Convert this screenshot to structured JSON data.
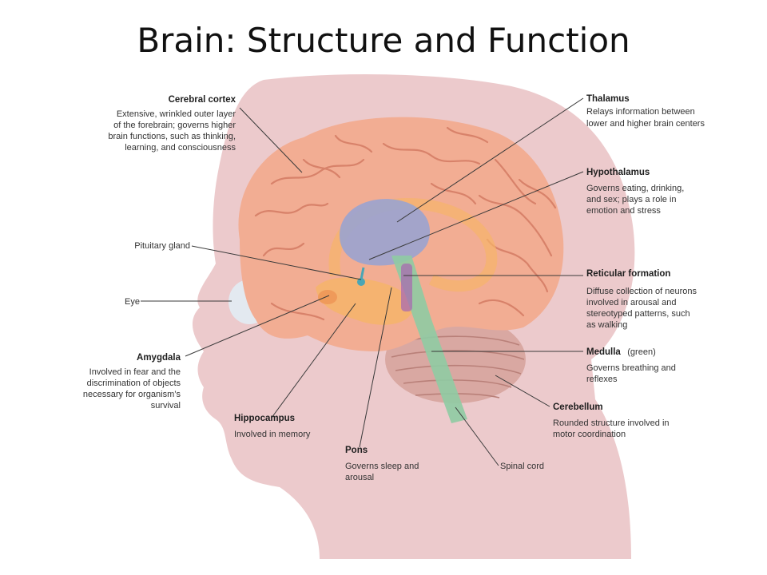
{
  "title": "Brain: Structure and Function",
  "colors": {
    "head_silhouette": "#e9c1c3",
    "cortex": "#f2ad93",
    "cortex_fold": "#d8826a",
    "thalamus": "#9aa3d0",
    "limbic": "#f6b46a",
    "brainstem": "#8fcba3",
    "cerebellum": "#d9a8a2",
    "eye": "#e3e9f0"
  },
  "labels": {
    "cerebral_cortex": {
      "title": "Cerebral cortex",
      "lines": [
        "Extensive, wrinkled outer layer",
        "of the forebrain; governs higher",
        "brain functions, such as thinking,",
        "learning, and consciousness"
      ]
    },
    "pituitary": {
      "title": "Pituitary gland"
    },
    "eye": {
      "title": "Eye"
    },
    "amygdala": {
      "title": "Amygdala",
      "lines": [
        "Involved in fear and the",
        "discrimination of objects",
        "necessary for organism’s",
        "survival"
      ]
    },
    "hippocampus": {
      "title": "Hippocampus",
      "lines": [
        "Involved in memory"
      ]
    },
    "pons": {
      "title": "Pons",
      "lines": [
        "Governs sleep and",
        "arousal"
      ]
    },
    "spinal_cord": {
      "title": "Spinal cord"
    },
    "thalamus": {
      "title": "Thalamus",
      "lines": [
        "Relays information between",
        "lower and higher brain centers"
      ]
    },
    "hypothalamus": {
      "title": "Hypothalamus",
      "lines": [
        "Governs eating, drinking,",
        "and sex; plays a role in",
        "emotion and stress"
      ]
    },
    "reticular": {
      "title": "Reticular formation",
      "lines": [
        "Diffuse collection of neurons",
        "involved in arousal and",
        "stereotyped patterns, such",
        "as walking"
      ]
    },
    "medulla": {
      "title": "Medulla",
      "qualifier": "(green)",
      "lines": [
        "Governs breathing and",
        "reflexes"
      ]
    },
    "cerebellum": {
      "title": "Cerebellum",
      "lines": [
        "Rounded structure involved in",
        "motor coordination"
      ]
    }
  }
}
